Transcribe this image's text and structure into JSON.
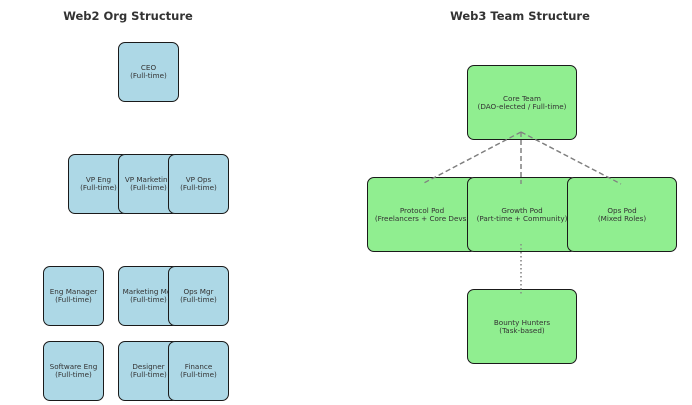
{
  "titles": {
    "web2": "Web2 Org Structure",
    "web3": "Web3 Team Structure"
  },
  "colors": {
    "web2_node": "#add8e6",
    "web3_node": "#90ee90",
    "border": "#1a1a1a",
    "connector": "#808080"
  },
  "web2": {
    "ceo": {
      "name": "CEO",
      "role": "(Full-time)"
    },
    "vp_eng": {
      "name": "VP Eng",
      "role": "(Full-time)"
    },
    "vp_marketing": {
      "name": "VP Marketing",
      "role": "(Full-time)"
    },
    "vp_ops": {
      "name": "VP Ops",
      "role": "(Full-time)"
    },
    "eng_manager": {
      "name": "Eng Manager",
      "role": "(Full-time)"
    },
    "marketing_mgr": {
      "name": "Marketing Mgr",
      "role": "(Full-time)"
    },
    "ops_mgr": {
      "name": "Ops Mgr",
      "role": "(Full-time)"
    },
    "software_eng": {
      "name": "Software Eng",
      "role": "(Full-time)"
    },
    "designer": {
      "name": "Designer",
      "role": "(Full-time)"
    },
    "finance": {
      "name": "Finance",
      "role": "(Full-time)"
    }
  },
  "web3": {
    "core_team": {
      "name": "Core Team",
      "role": "(DAO-elected / Full-time)"
    },
    "protocol_pod": {
      "name": "Protocol Pod",
      "role": "(Freelancers + Core Devs)"
    },
    "growth_pod": {
      "name": "Growth Pod",
      "role": "(Part-time + Community)"
    },
    "ops_pod": {
      "name": "Ops Pod",
      "role": "(Mixed Roles)"
    },
    "bounty_hunters": {
      "name": "Bounty Hunters",
      "role": "(Task-based)"
    }
  }
}
